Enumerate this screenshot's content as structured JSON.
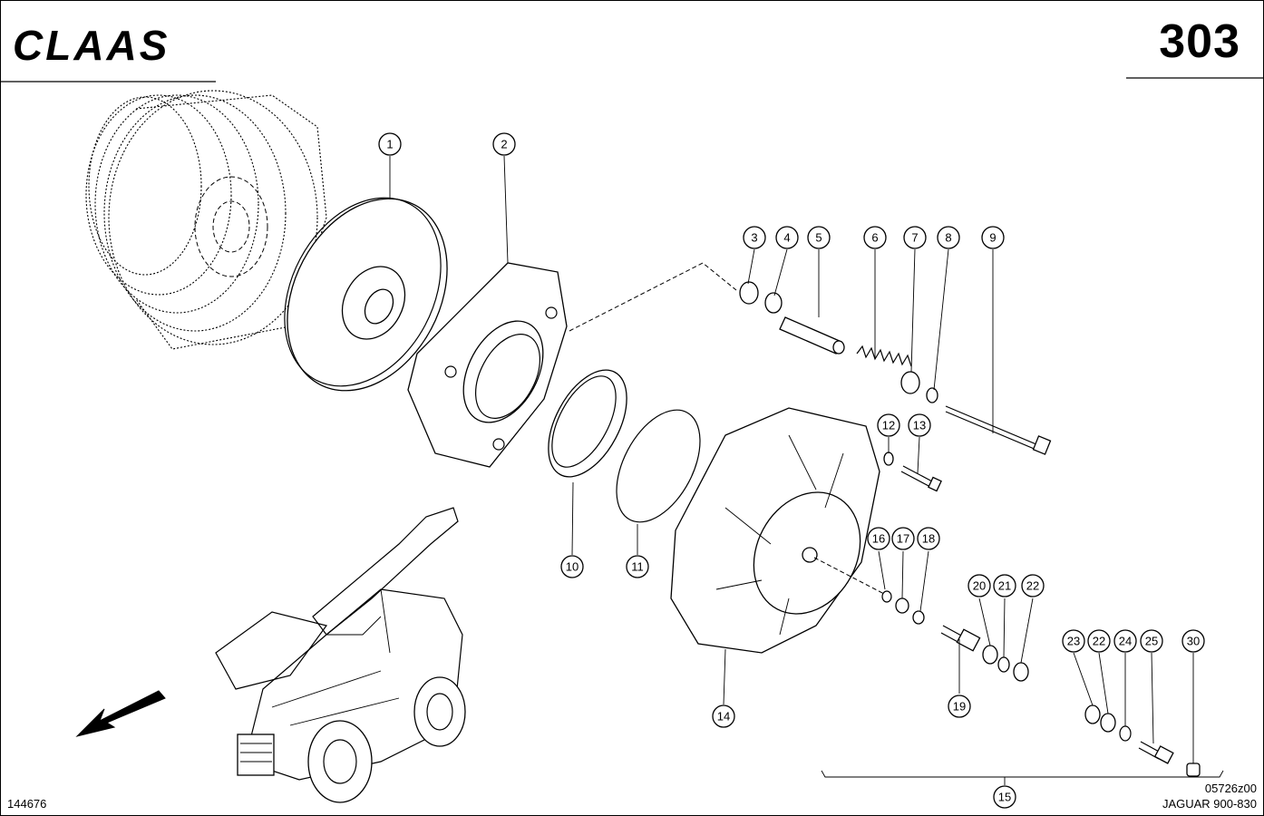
{
  "header": {
    "brand": "CLAAS",
    "page_number": "303"
  },
  "footer": {
    "left_code": "144676",
    "drawing_number": "05726z00",
    "model": "JAGUAR 900-830"
  },
  "callouts": [
    "1",
    "2",
    "3",
    "4",
    "5",
    "6",
    "7",
    "8",
    "9",
    "10",
    "11",
    "12",
    "13",
    "14",
    "15",
    "16",
    "17",
    "18",
    "19",
    "20",
    "21",
    "22",
    "23",
    "22",
    "24",
    "25",
    "30"
  ],
  "icons": {
    "direction": "arrow-down-left-icon",
    "machine": "forage-harvester-illustration"
  }
}
